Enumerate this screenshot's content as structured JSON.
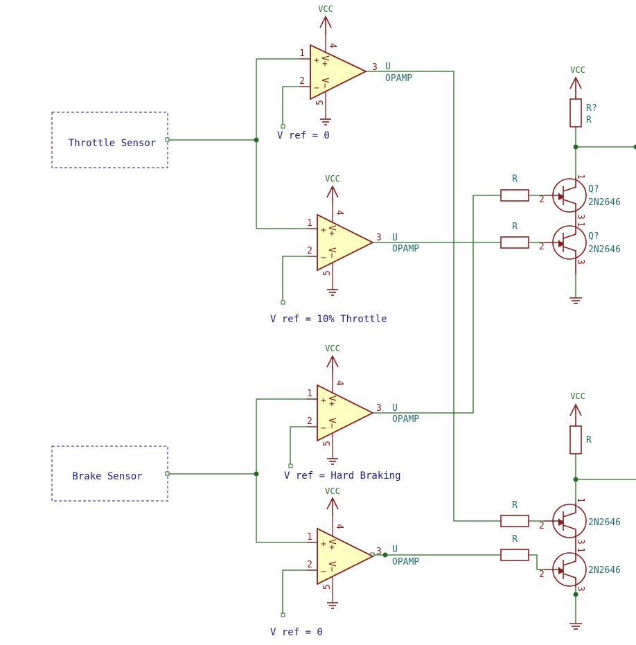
{
  "blocks": {
    "throttle_sensor": "Throttle Sensor",
    "brake_sensor": "Brake Sensor"
  },
  "power": {
    "vcc": "VCC"
  },
  "opamps": [
    {
      "ref": "U",
      "value": "OPAMP",
      "pin_in_plus": "1",
      "pin_in_minus": "2",
      "pin_out": "3",
      "pin_vplus": "4",
      "pin_vminus": "5",
      "vref": "V ref = 0"
    },
    {
      "ref": "U",
      "value": "OPAMP",
      "pin_in_plus": "1",
      "pin_in_minus": "2",
      "pin_out": "3",
      "pin_vplus": "4",
      "pin_vminus": "5",
      "vref": "V ref = 10% Throttle"
    },
    {
      "ref": "U",
      "value": "OPAMP",
      "pin_in_plus": "1",
      "pin_in_minus": "2",
      "pin_out": "3",
      "pin_vplus": "4",
      "pin_vminus": "5",
      "vref": "V ref = Hard Braking"
    },
    {
      "ref": "U",
      "value": "OPAMP",
      "pin_in_plus": "1",
      "pin_in_minus": "2",
      "pin_out": "3",
      "pin_vplus": "4",
      "pin_vminus": "5",
      "vref": "V ref = 0"
    }
  ],
  "opamp_body": {
    "plus": "+",
    "minus": "−",
    "vplus": "V+",
    "vminus": "V−"
  },
  "resistors": {
    "pullup_top_ref": "R?",
    "pullup_top_value": "R",
    "pullup_bottom_value": "R",
    "base_value": "R"
  },
  "transistors": [
    {
      "ref": "Q?",
      "value": "2N2646",
      "pin_c": "1",
      "pin_b": "2",
      "pin_e": "3"
    },
    {
      "ref": "Q?",
      "value": "2N2646",
      "pin_c": "1",
      "pin_b": "2",
      "pin_e": "3"
    },
    {
      "ref": "",
      "value": "2N2646",
      "pin_c": "1",
      "pin_b": "2",
      "pin_e": "3"
    },
    {
      "ref": "",
      "value": "2N2646",
      "pin_c": "1",
      "pin_b": "2",
      "pin_e": "3"
    }
  ]
}
